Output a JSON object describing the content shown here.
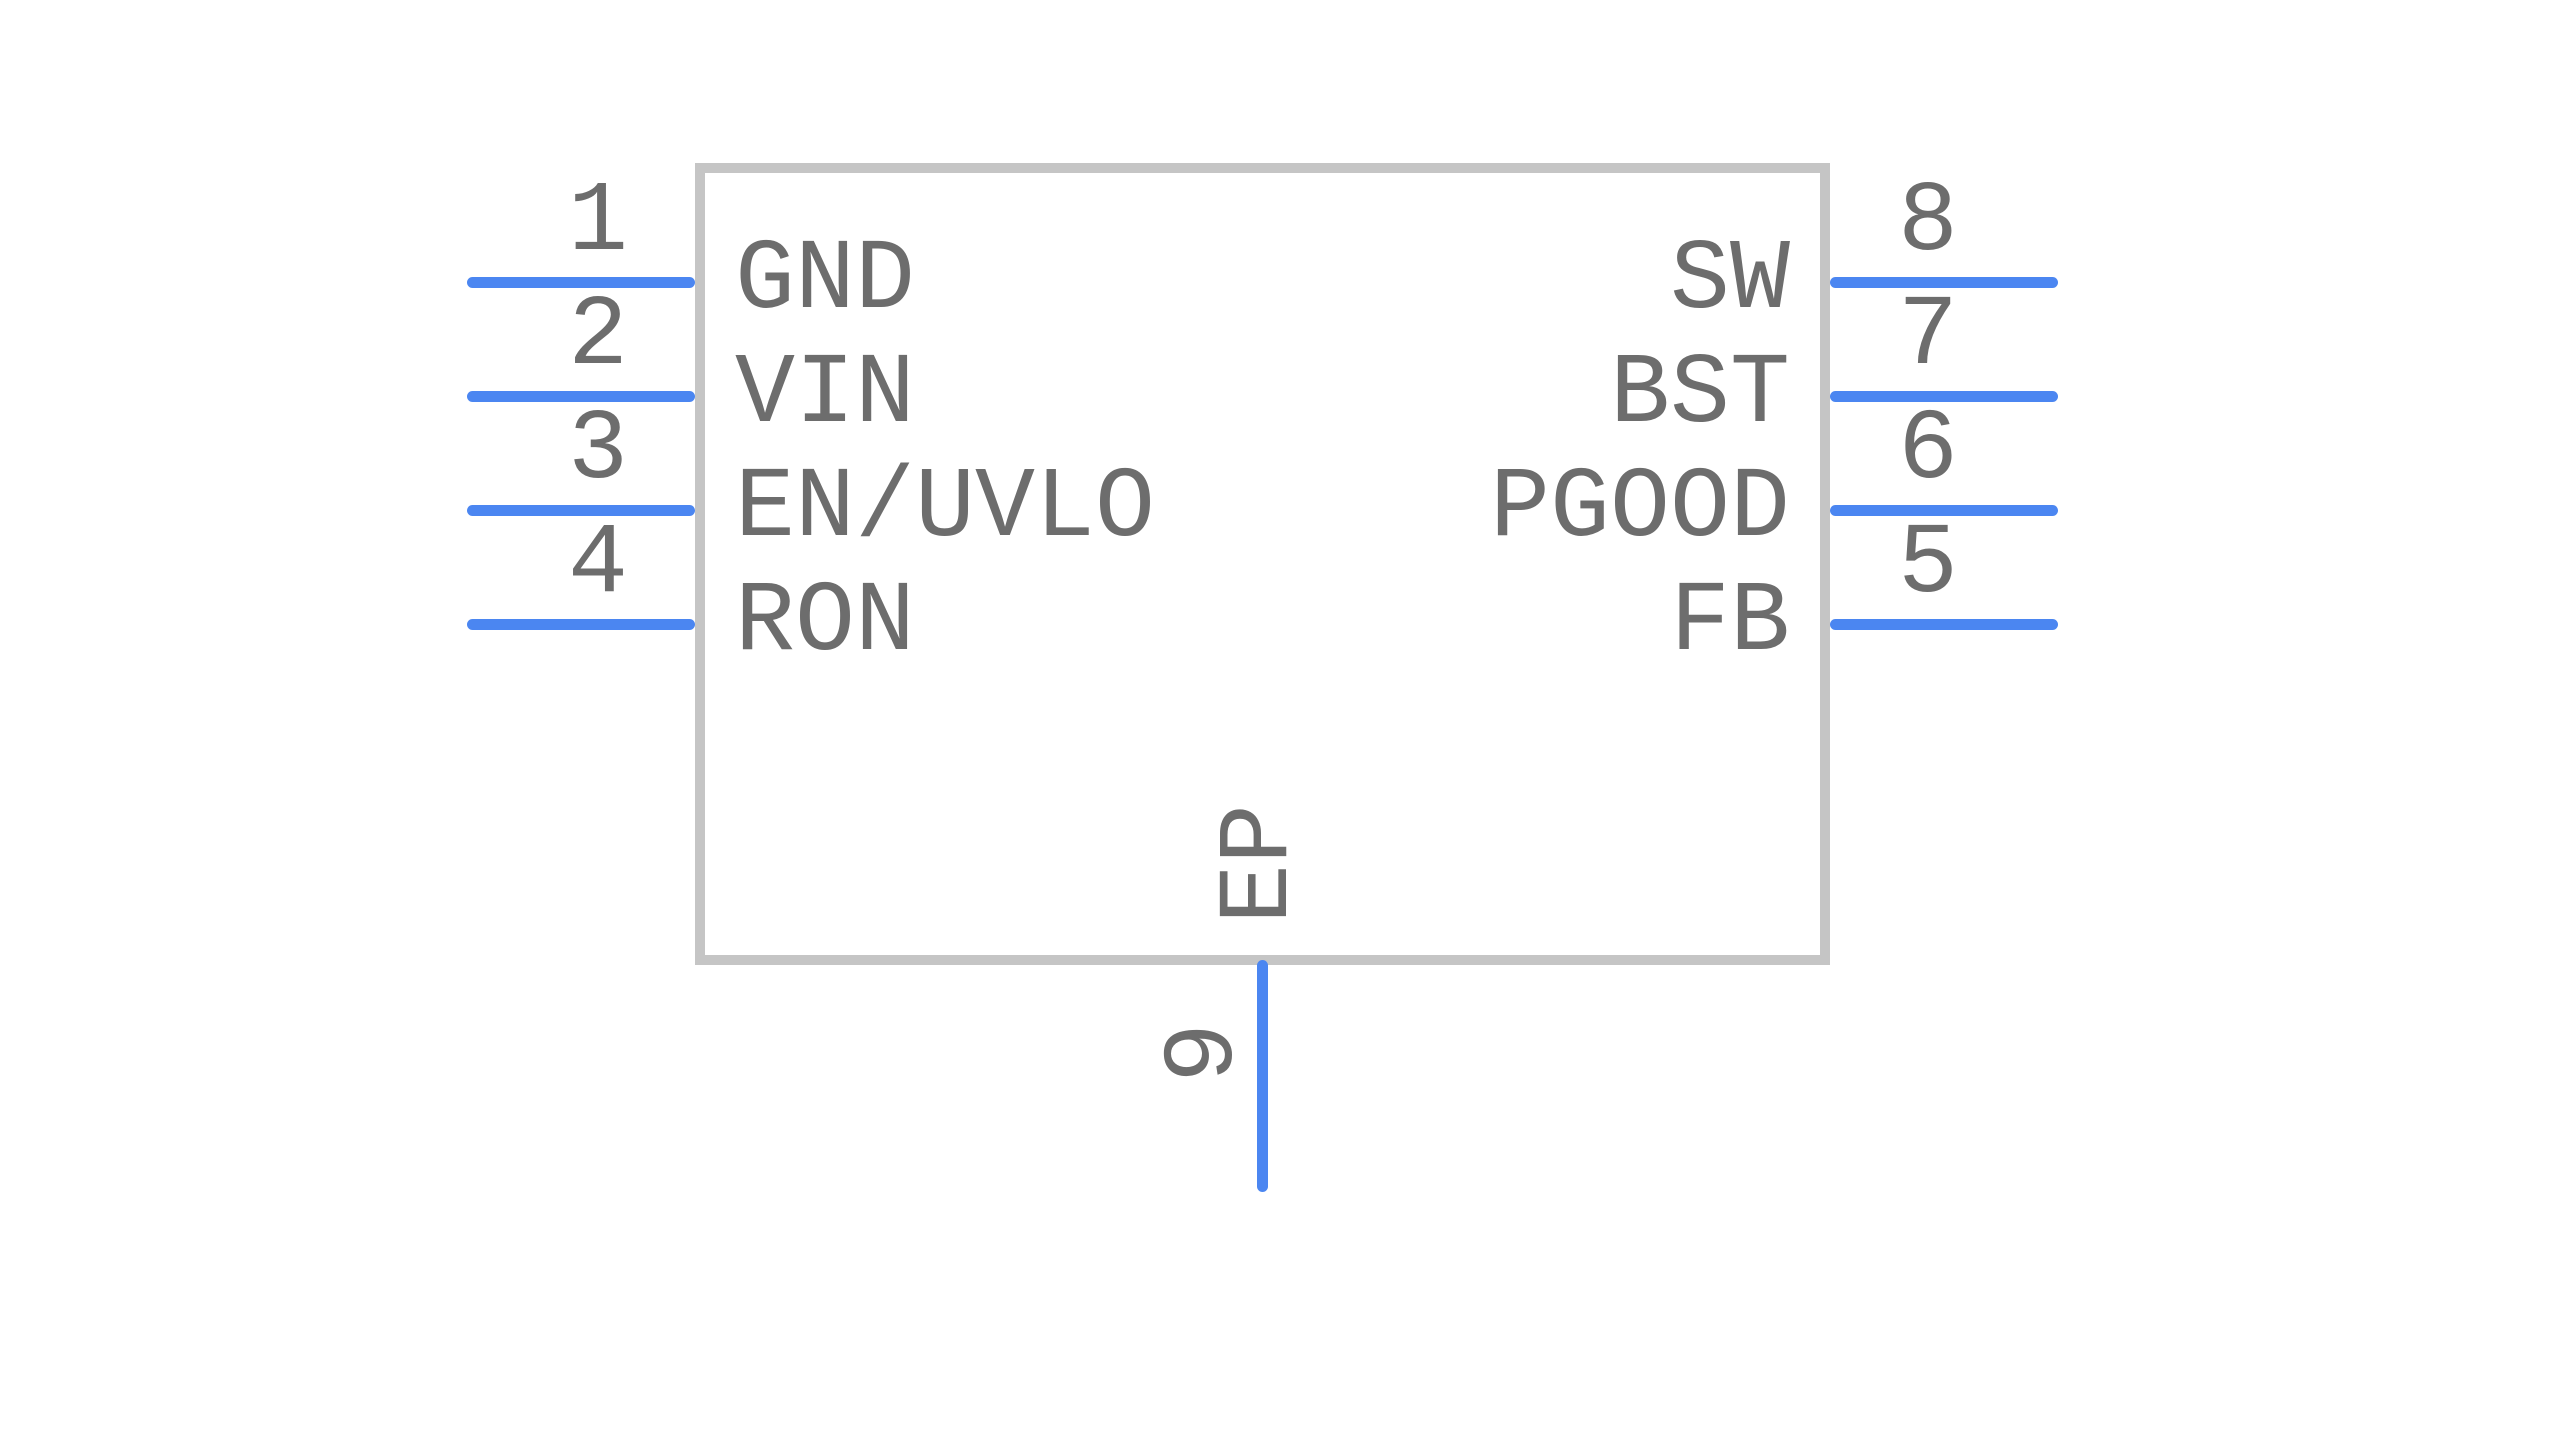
{
  "symbol": {
    "kind": "ic-schematic-symbol",
    "pins": [
      {
        "number": "1",
        "name": "GND",
        "side": "left",
        "slot": 0
      },
      {
        "number": "2",
        "name": "VIN",
        "side": "left",
        "slot": 1
      },
      {
        "number": "3",
        "name": "EN/UVLO",
        "side": "left",
        "slot": 2
      },
      {
        "number": "4",
        "name": "RON",
        "side": "left",
        "slot": 3
      },
      {
        "number": "8",
        "name": "SW",
        "side": "right",
        "slot": 0
      },
      {
        "number": "7",
        "name": "BST",
        "side": "right",
        "slot": 1
      },
      {
        "number": "6",
        "name": "PGOOD",
        "side": "right",
        "slot": 2
      },
      {
        "number": "5",
        "name": "FB",
        "side": "right",
        "slot": 3
      },
      {
        "number": "9",
        "name": "EP",
        "side": "bottom",
        "slot": 0
      }
    ],
    "colors": {
      "pin_line": "#4b86f1",
      "body_outline": "#c5c5c5",
      "text": "#6d6d6d",
      "background": "#ffffff"
    }
  }
}
